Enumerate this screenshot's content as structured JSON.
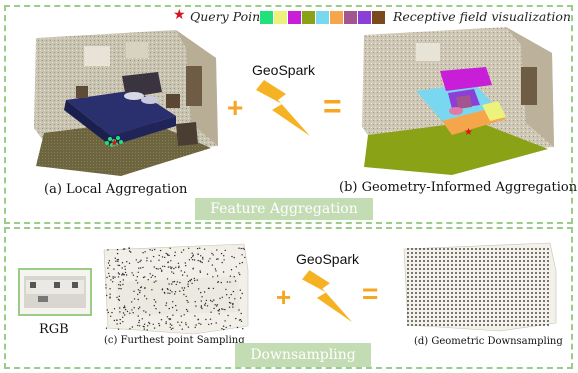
{
  "legend": {
    "query_point_label": "Query Point",
    "receptive_field_label": "Receptive field visualization",
    "colors": [
      "#22e07a",
      "#ecf27a",
      "#c81ed8",
      "#8aa216",
      "#7ad7f0",
      "#f5a54a",
      "#a2558e",
      "#8b3fd8",
      "#7a4a1c"
    ]
  },
  "top_panel": {
    "left_caption": "(a) Local Aggregation",
    "right_caption": "(b) Geometry-Informed Aggregation",
    "operator_label": "GeoSpark",
    "section_label": "Feature Aggregation"
  },
  "bottom_panel": {
    "rgb_label": "RGB",
    "left_caption": "(c) Furthest point Sampling",
    "right_caption": "(d) Geometric Downsampling",
    "operator_label": "GeoSpark",
    "section_label": "Downsampling"
  },
  "colors": {
    "frame": "#9ccc8a",
    "accent": "#f5a623",
    "section_bar": "#c3dcb3"
  }
}
